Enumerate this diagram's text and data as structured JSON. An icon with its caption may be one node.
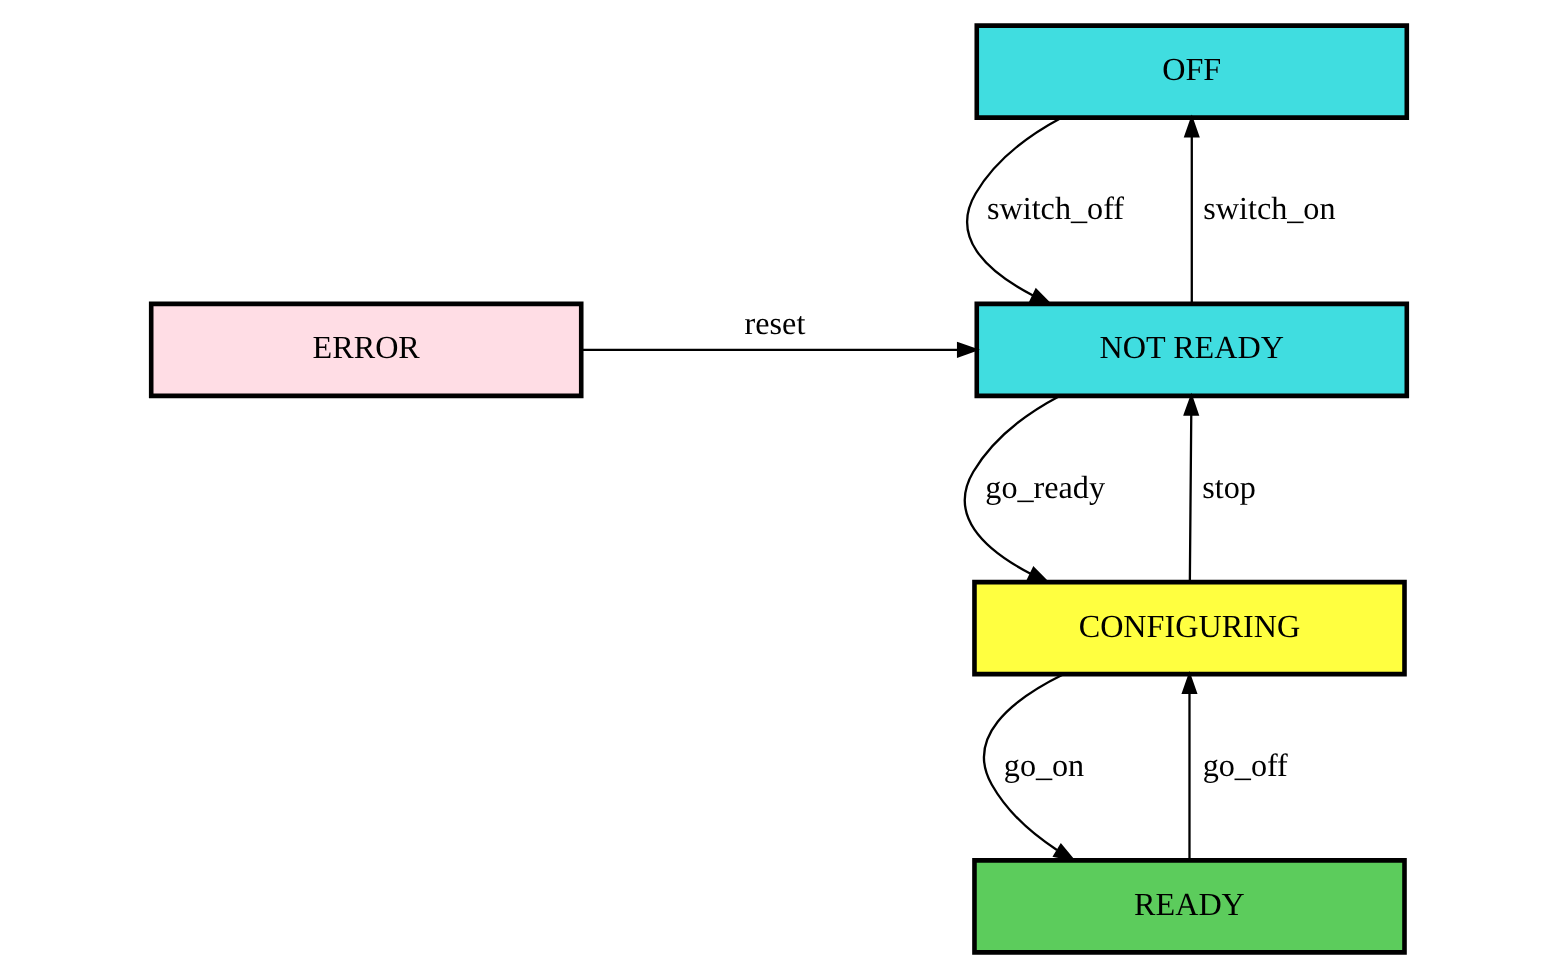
{
  "diagram": {
    "nodes": [
      {
        "text": [
          "OFF"
        ]
      },
      {
        "text": [
          "NOT READY"
        ]
      },
      {
        "text": [
          "ERROR"
        ]
      },
      {
        "text": [
          "CONFIGURING"
        ]
      },
      {
        "text": [
          "READY"
        ]
      }
    ],
    "edges": [
      {
        "from": 1,
        "to": 0,
        "arrow": "to",
        "label": "switch_on"
      },
      {
        "from": 0,
        "to": 1,
        "arrow": "to",
        "label": "switch_off"
      },
      {
        "from": 2,
        "to": 1,
        "arrow": "to",
        "label": "reset"
      },
      {
        "from": 1,
        "to": 3,
        "arrow": "to",
        "label": "go_ready"
      },
      {
        "from": 3,
        "to": 1,
        "arrow": "to",
        "label": "stop"
      },
      {
        "from": 3,
        "to": 4,
        "arrow": "to",
        "label": "go_on"
      },
      {
        "from": 4,
        "to": 3,
        "arrow": "to",
        "label": "go_off"
      }
    ]
  }
}
